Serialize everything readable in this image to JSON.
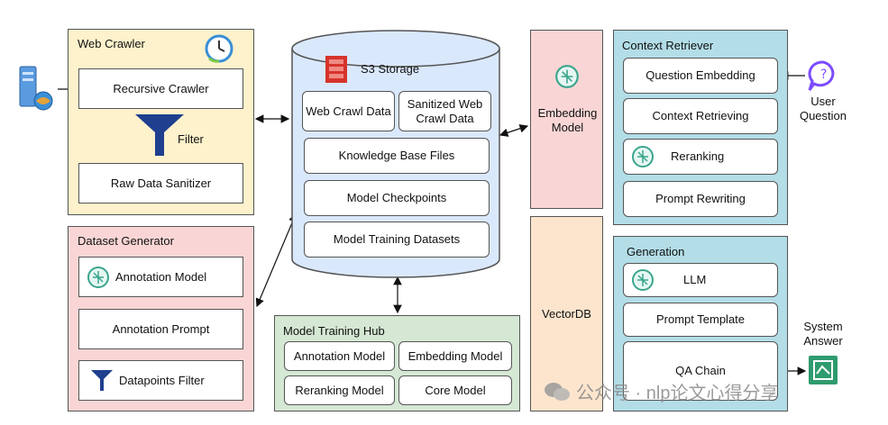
{
  "web_crawler": {
    "title": "Web Crawler",
    "recursive_crawler": "Recursive Crawler",
    "filter": "Filter",
    "raw_data_sanitizer": "Raw Data Sanitizer"
  },
  "dataset_generator": {
    "title": "Dataset Generator",
    "annotation_model": "Annotation Model",
    "annotation_prompt": "Annotation Prompt",
    "datapoints_filter": "Datapoints Filter"
  },
  "s3": {
    "title": "S3 Storage",
    "web_crawl_data": "Web Crawl Data",
    "sanitized_web_crawl_data": "Sanitized Web Crawl Data",
    "knowledge_base_files": "Knowledge Base Files",
    "model_checkpoints": "Model Checkpoints",
    "model_training_datasets": "Model Training Datasets"
  },
  "training_hub": {
    "title": "Model Training Hub",
    "annotation_model": "Annotation Model",
    "embedding_model": "Embedding Model",
    "reranking_model": "Reranking Model",
    "core_model": "Core Model"
  },
  "embedding_model": "Embedding Model",
  "vectordb": "VectorDB",
  "context_retriever": {
    "title": "Context Retriever",
    "question_embedding": "Question Embedding",
    "context_retrieving": "Context Retrieving",
    "reranking": "Reranking",
    "prompt_rewriting": "Prompt Rewriting"
  },
  "generation": {
    "title": "Generation",
    "llm": "LLM",
    "prompt_template": "Prompt Template",
    "qa_chain": "QA Chain"
  },
  "user_question": "User Question",
  "system_answer": "System Answer",
  "watermark": "公众号 · nlp论文心得分享",
  "colors": {
    "yellow_panel": "#fdf2cc",
    "pink_panel": "#f9d6d5",
    "s3_fill": "#dae8fc",
    "green_panel": "#d5e8d4",
    "blue_panel": "#b3dde7",
    "orange_panel": "#fde5cd",
    "s3_brand": "#d6342b",
    "user_icon": "#7c4dff",
    "answer_icon": "#2e9b6e"
  }
}
